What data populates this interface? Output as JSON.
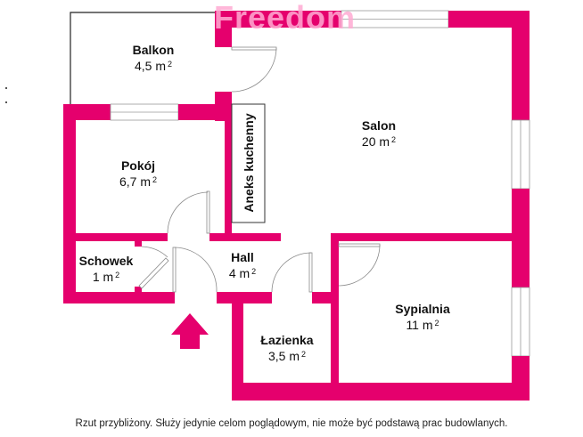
{
  "watermark": "Freedom",
  "colors": {
    "wall": "#e5006d",
    "window_frame": "#9a9a9a",
    "text": "#111111"
  },
  "rooms": [
    {
      "name": "Balkon",
      "area": "4,5 m",
      "unit_sup": "2"
    },
    {
      "name": "Salon",
      "area": "20 m",
      "unit_sup": "2"
    },
    {
      "name": "Pokój",
      "area": "6,7 m",
      "unit_sup": "2"
    },
    {
      "name": "Schowek",
      "area": "1 m",
      "unit_sup": "2"
    },
    {
      "name": "Hall",
      "area": "4 m",
      "unit_sup": "2"
    },
    {
      "name": "Sypialnia",
      "area": "11 m",
      "unit_sup": "2"
    },
    {
      "name": "Łazienka",
      "area": "3,5 m",
      "unit_sup": "2"
    }
  ],
  "kitchen_annex": "Aneks kuchenny",
  "entrance_marker": "entrance-arrow",
  "disclaimer": "Rzut przybliżony. Służy jedynie celom poglądowym, nie może być podstawą prac budowlanych."
}
